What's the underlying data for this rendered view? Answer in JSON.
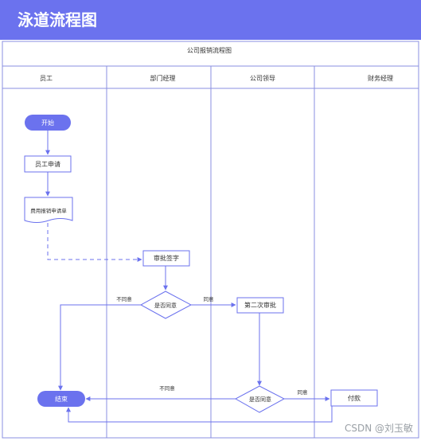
{
  "banner": {
    "title": "泳道流程图"
  },
  "diagram": {
    "title": "公司报销流程图",
    "lanes": [
      "员工",
      "部门经理",
      "公司领导",
      "财务经理"
    ],
    "nodes": {
      "start": "开始",
      "apply": "员工申请",
      "form": "费用报销申请单",
      "sign": "审批签字",
      "decision1": "是否同意",
      "second_review": "第二次审批",
      "decision2": "是否同意",
      "pay": "付款",
      "end": "结束"
    },
    "edges": {
      "d1_no": "不同意",
      "d1_yes": "同意",
      "d2_no": "不同意",
      "d2_yes": "同意"
    }
  },
  "footer": {
    "watermark": "CSDN @刘玉敏"
  },
  "colors": {
    "banner": "#6b72ee",
    "line": "#6b72ee",
    "node_fill": "#6b72ee"
  }
}
